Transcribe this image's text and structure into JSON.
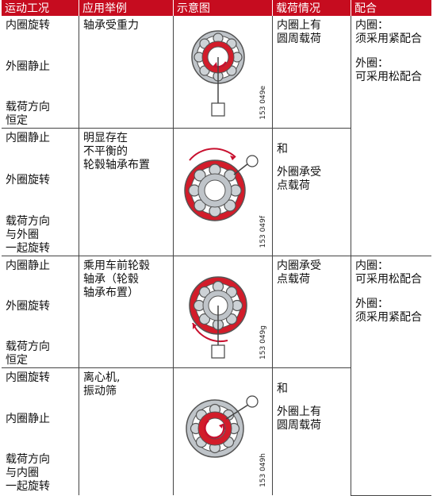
{
  "headers": [
    "运动工况",
    "应用举例",
    "示意图",
    "载荷情况",
    "配合"
  ],
  "rows": [
    {
      "motion": [
        "内圈旋转",
        "外圈静止",
        "载荷方向",
        "恒定"
      ],
      "example": [
        "轴承受重力"
      ],
      "figure_id": "153 049e",
      "load": [
        "内圈上有",
        "圆周载荷"
      ],
      "fit": {
        "inner_label": "内圈：",
        "inner": "须采用紧配合",
        "outer_label": "外圈：",
        "outer": "可采用松配合"
      }
    },
    {
      "motion": [
        "内圈静止",
        "外圈旋转",
        "载荷方向",
        "与外圈",
        "一起旋转"
      ],
      "example": [
        "明显存在",
        "不平衡的",
        "轮毂轴承布置"
      ],
      "figure_id": "153 049f",
      "load": [
        "和",
        "外圈承受",
        "点载荷"
      ],
      "fit": null
    },
    {
      "motion": [
        "内圈静止",
        "外圈旋转",
        "载荷方向",
        "恒定"
      ],
      "example": [
        "乘用车前轮毂",
        "轴承（轮毂",
        "轴承布置）"
      ],
      "figure_id": "153 049g",
      "load": [
        "内圈承受",
        "点载荷"
      ],
      "fit": {
        "inner_label": "内圈：",
        "inner": "可采用松配合",
        "outer_label": "外圈：",
        "outer": "须采用紧配合"
      }
    },
    {
      "motion": [
        "内圈旋转",
        "内圈静止",
        "载荷方向",
        "与内圈",
        "一起旋转"
      ],
      "example": [
        "离心机,",
        "振动筛"
      ],
      "figure_id": "153 049h",
      "load": [
        "和",
        "外圈上有",
        "圆周载荷"
      ],
      "fit": null
    }
  ]
}
